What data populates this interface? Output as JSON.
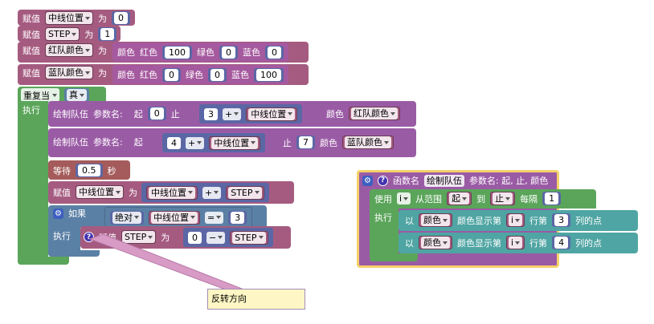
{
  "blocks": {
    "set_mid": {
      "assign": "赋值",
      "var": "中线位置",
      "to": "为",
      "value": "0"
    },
    "set_step": {
      "assign": "赋值",
      "var": "STEP",
      "to": "为",
      "value": "1"
    },
    "set_red": {
      "assign": "赋值",
      "var": "红队颜色",
      "to": "为",
      "color_label": "颜色",
      "r_label": "红色",
      "r": "100",
      "g_label": "绿色",
      "g": "0",
      "b_label": "蓝色",
      "b": "0"
    },
    "set_blue": {
      "assign": "赋值",
      "var": "蓝队颜色",
      "to": "为",
      "color_label": "颜色",
      "r_label": "红色",
      "r": "0",
      "g_label": "绿色",
      "g": "0",
      "b_label": "蓝色",
      "b": "100"
    },
    "repeat": {
      "label": "重复当",
      "cond": "真",
      "do": "执行"
    },
    "draw1": {
      "name": "绘制队伍",
      "params": "参数名:",
      "from": "起",
      "from_val": "0",
      "to": "止",
      "a": "3",
      "op": "+",
      "var": "中线位置",
      "color_label": "颜色",
      "color_var": "红队颜色"
    },
    "draw2": {
      "name": "绘制队伍",
      "params": "参数名:",
      "from": "起",
      "a": "4",
      "op": "+",
      "var": "中线位置",
      "to": "止",
      "to_val": "7",
      "color_label": "颜色",
      "color_var": "蓝队颜色"
    },
    "wait": {
      "label": "等待",
      "value": "0.5",
      "unit": "秒"
    },
    "set_mid2": {
      "assign": "赋值",
      "var": "中线位置",
      "to": "为",
      "a": "中线位置",
      "op": "+",
      "b": "STEP"
    },
    "if": {
      "label": "如果",
      "abs": "绝对",
      "var": "中线位置",
      "cmp": "=",
      "value": "3",
      "do": "执行"
    },
    "set_step2": {
      "assign": "赋值",
      "var": "STEP",
      "to": "为",
      "a": "0",
      "op": "−",
      "b": "STEP"
    },
    "comment": "反转方向",
    "func": {
      "label": "函数名",
      "name": "绘制队伍",
      "params": "参数名: 起, 止, 颜色",
      "for": {
        "use": "使用",
        "var": "i",
        "range": "从范围",
        "from": "起",
        "to_label": "到",
        "to": "止",
        "step_label": "每隔",
        "step": "1",
        "do": "执行"
      },
      "pix1": {
        "with": "以",
        "color": "颜色",
        "show": "颜色显示第",
        "idx": "i",
        "row_label": "行第",
        "col": "3",
        "tail": "列的点"
      },
      "pix2": {
        "with": "以",
        "color": "颜色",
        "show": "颜色显示第",
        "idx": "i",
        "row_label": "行第",
        "col": "4",
        "tail": "列的点"
      }
    }
  },
  "colors": {
    "variable": "#a55b80",
    "color": "#a5599e",
    "loop": "#5ba55b",
    "procedure": "#9a5ba5",
    "logic": "#5b80a5",
    "time": "#a55b5b",
    "math": "#5b67a5",
    "pixel": "#4fa5a3",
    "func_border": "#f5d16a"
  }
}
